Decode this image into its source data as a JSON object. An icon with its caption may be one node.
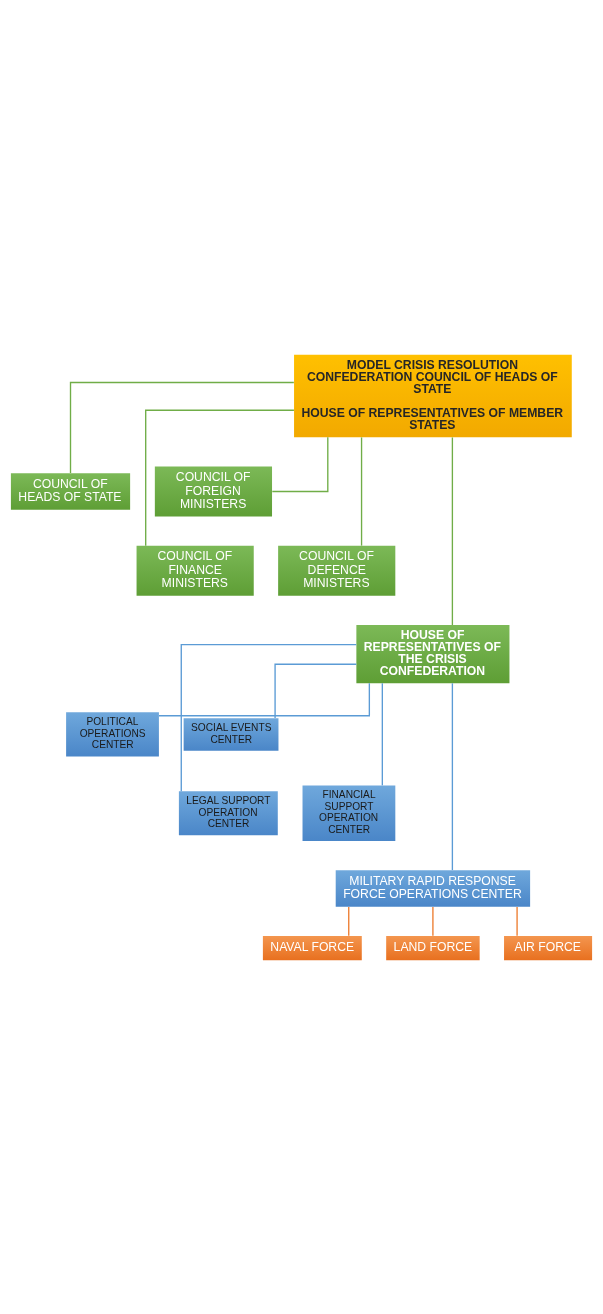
{
  "diagram": {
    "nodes": [
      {
        "text": [
          "MODEL CRISIS RESOLUTION CONFEDERATION COUNCIL OF HEADS OF STATE",
          "HOUSE OF REPRESENTATIVES OF MEMBER STATES"
        ]
      },
      {
        "text": [
          "COUNCIL OF HEADS OF STATE"
        ]
      },
      {
        "text": [
          "COUNCIL OF FOREIGN MINISTERS"
        ]
      },
      {
        "text": [
          "COUNCIL OF FINANCE MINISTERS"
        ]
      },
      {
        "text": [
          "COUNCIL OF DEFENCE MINISTERS"
        ]
      },
      {
        "text": [
          "HOUSE OF REPRESENTATIVES OF THE CRISIS CONFEDERATION"
        ]
      },
      {
        "text": [
          "POLITICAL OPERATIONS CENTER"
        ]
      },
      {
        "text": [
          "SOCIAL EVENTS CENTER"
        ]
      },
      {
        "text": [
          "LEGAL SUPPORT OPERATION CENTER"
        ]
      },
      {
        "text": [
          "FINANCIAL SUPPORT OPERATION CENTER"
        ]
      },
      {
        "text": [
          "MILITARY RAPID RESPONSE FORCE OPERATIONS CENTER"
        ]
      },
      {
        "text": [
          "NAVAL FORCE"
        ]
      },
      {
        "text": [
          "LAND FORCE"
        ]
      },
      {
        "text": [
          "AIR FORCE"
        ]
      }
    ],
    "edges": [
      {
        "from": 0,
        "to": 1,
        "arrow": "none",
        "color": "#70ad47"
      },
      {
        "from": 0,
        "to": 2,
        "arrow": "none",
        "color": "#70ad47"
      },
      {
        "from": 0,
        "to": 3,
        "arrow": "none",
        "color": "#70ad47"
      },
      {
        "from": 0,
        "to": 4,
        "arrow": "none",
        "color": "#70ad47"
      },
      {
        "from": 0,
        "to": 5,
        "arrow": "none",
        "color": "#70ad47"
      },
      {
        "from": 5,
        "to": 6,
        "arrow": "none",
        "color": "#5b9bd5"
      },
      {
        "from": 5,
        "to": 7,
        "arrow": "none",
        "color": "#5b9bd5"
      },
      {
        "from": 5,
        "to": 8,
        "arrow": "none",
        "color": "#5b9bd5"
      },
      {
        "from": 5,
        "to": 9,
        "arrow": "none",
        "color": "#5b9bd5"
      },
      {
        "from": 5,
        "to": 10,
        "arrow": "none",
        "color": "#5b9bd5"
      },
      {
        "from": 10,
        "to": 11,
        "arrow": "none",
        "color": "#ed7d31"
      },
      {
        "from": 10,
        "to": 12,
        "arrow": "none",
        "color": "#ed7d31"
      },
      {
        "from": 10,
        "to": 13,
        "arrow": "none",
        "color": "#ed7d31"
      }
    ]
  }
}
